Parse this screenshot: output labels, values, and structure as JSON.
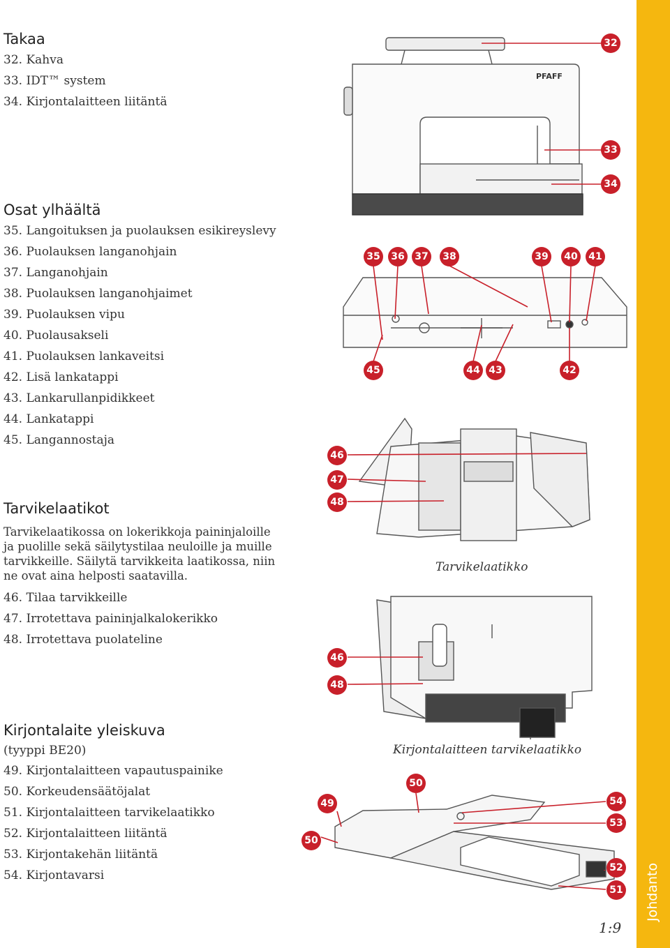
{
  "sections": {
    "takaa": {
      "title": "Takaa",
      "items": [
        "32. Kahva",
        "33. IDT™ system",
        "34. Kirjontalaitteen liitäntä"
      ]
    },
    "ylhaalta": {
      "title": "Osat ylhäältä",
      "items": [
        "35. Langoituksen ja puolauksen esikireyslevy",
        "36. Puolauksen langanohjain",
        "37. Langanohjain",
        "38. Puolauksen langanohjaimet",
        "39. Puolauksen vipu",
        "40. Puolausakseli",
        "41. Puolauksen lankaveitsi",
        "42. Lisä lankatappi",
        "43. Lankarullanpidikkeet",
        "44. Lankatappi",
        "45. Langannostaja"
      ]
    },
    "tarvikelaatikot": {
      "title": "Tarvikelaatikot",
      "text": "Tarvikelaatikossa on lokerikkoja paininjaloille ja puolille sekä säilytystilaa neuloille ja muille tarvikkeille. Säilytä tarvikkeita laatikossa, niin ne ovat aina helposti saatavilla.",
      "items": [
        "46. Tilaa tarvikkeille",
        "47. Irrotettava paininjalkalokerikko",
        "48. Irrotettava puolateline"
      ]
    },
    "kirjontalaite": {
      "title": "Kirjontalaite yleiskuva",
      "subtitle": "(tyyppi BE20)",
      "items": [
        "49. Kirjontalaitteen vapautuspainike",
        "50. Korkeudensäätöjalat",
        "51. Kirjontalaitteen tarvikelaatikko",
        "52. Kirjontalaitteen liitäntä",
        "53. Kirjontakehän liitäntä",
        "54. Kirjontavarsi"
      ]
    }
  },
  "figures": {
    "machine_logo": "PFAFF",
    "caption_box": "Tarvikelaatikko",
    "caption_embroidery_box": "Kirjontalaitteen tarvikelaatikko",
    "callouts": [
      "32",
      "33",
      "34",
      "35",
      "36",
      "37",
      "38",
      "39",
      "40",
      "41",
      "45",
      "44",
      "43",
      "42",
      "46",
      "47",
      "48",
      "46",
      "48",
      "50",
      "49",
      "50",
      "54",
      "53",
      "52",
      "51"
    ]
  },
  "side_tab": "Johdanto",
  "page_number": "1:9",
  "colors": {
    "tab": "#f5b70f",
    "callout": "#c8202a"
  }
}
